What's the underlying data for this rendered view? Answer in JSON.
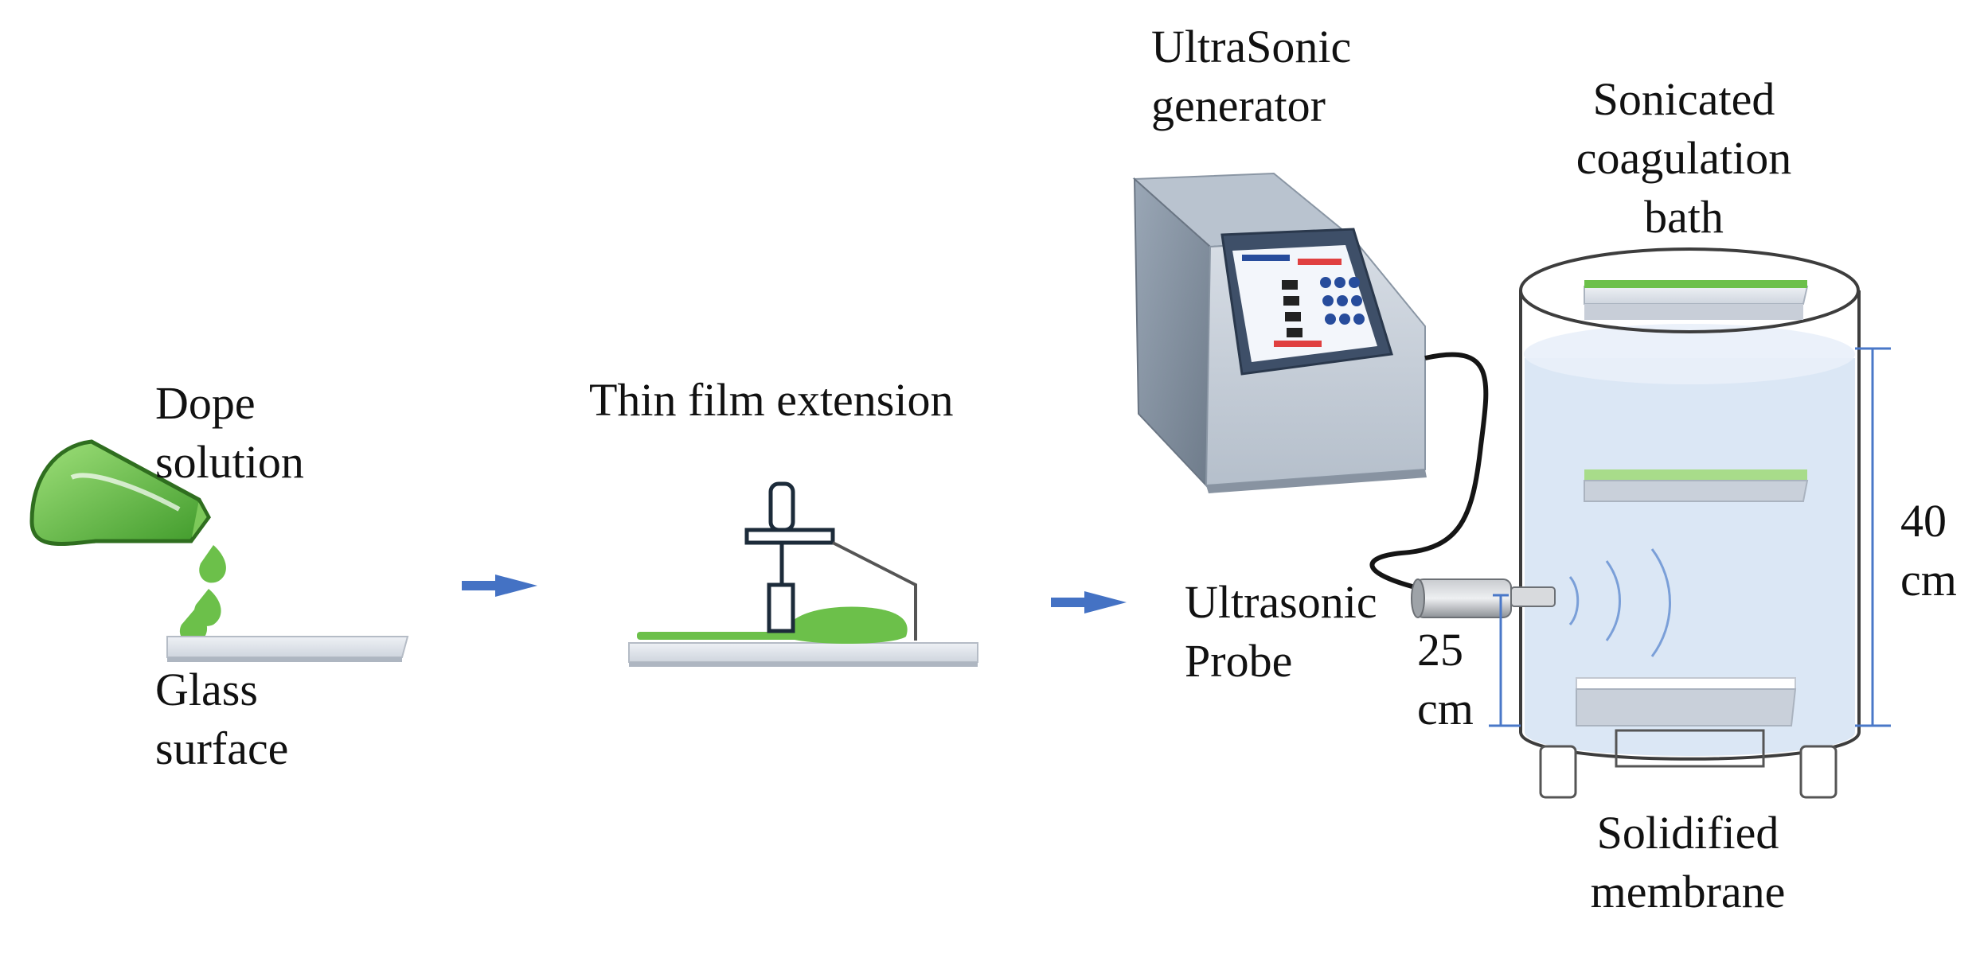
{
  "labels": {
    "dope": "Dope\nsolution",
    "glass": "Glass\nsurface",
    "thin_film": "Thin film extension",
    "generator": "UltraSonic\ngenerator",
    "probe": "Ultrasonic\nProbe",
    "bath": "Sonicated\ncoagulation\nbath",
    "membrane": "Solidified\nmembrane",
    "depth_25": "25\ncm",
    "depth_40": "40\ncm"
  },
  "colors": {
    "green": "#6cc04a",
    "arrow": "#4472c4",
    "glass": "#dde2ea",
    "water": "#dbe7f5",
    "measure": "#4a78c8"
  }
}
